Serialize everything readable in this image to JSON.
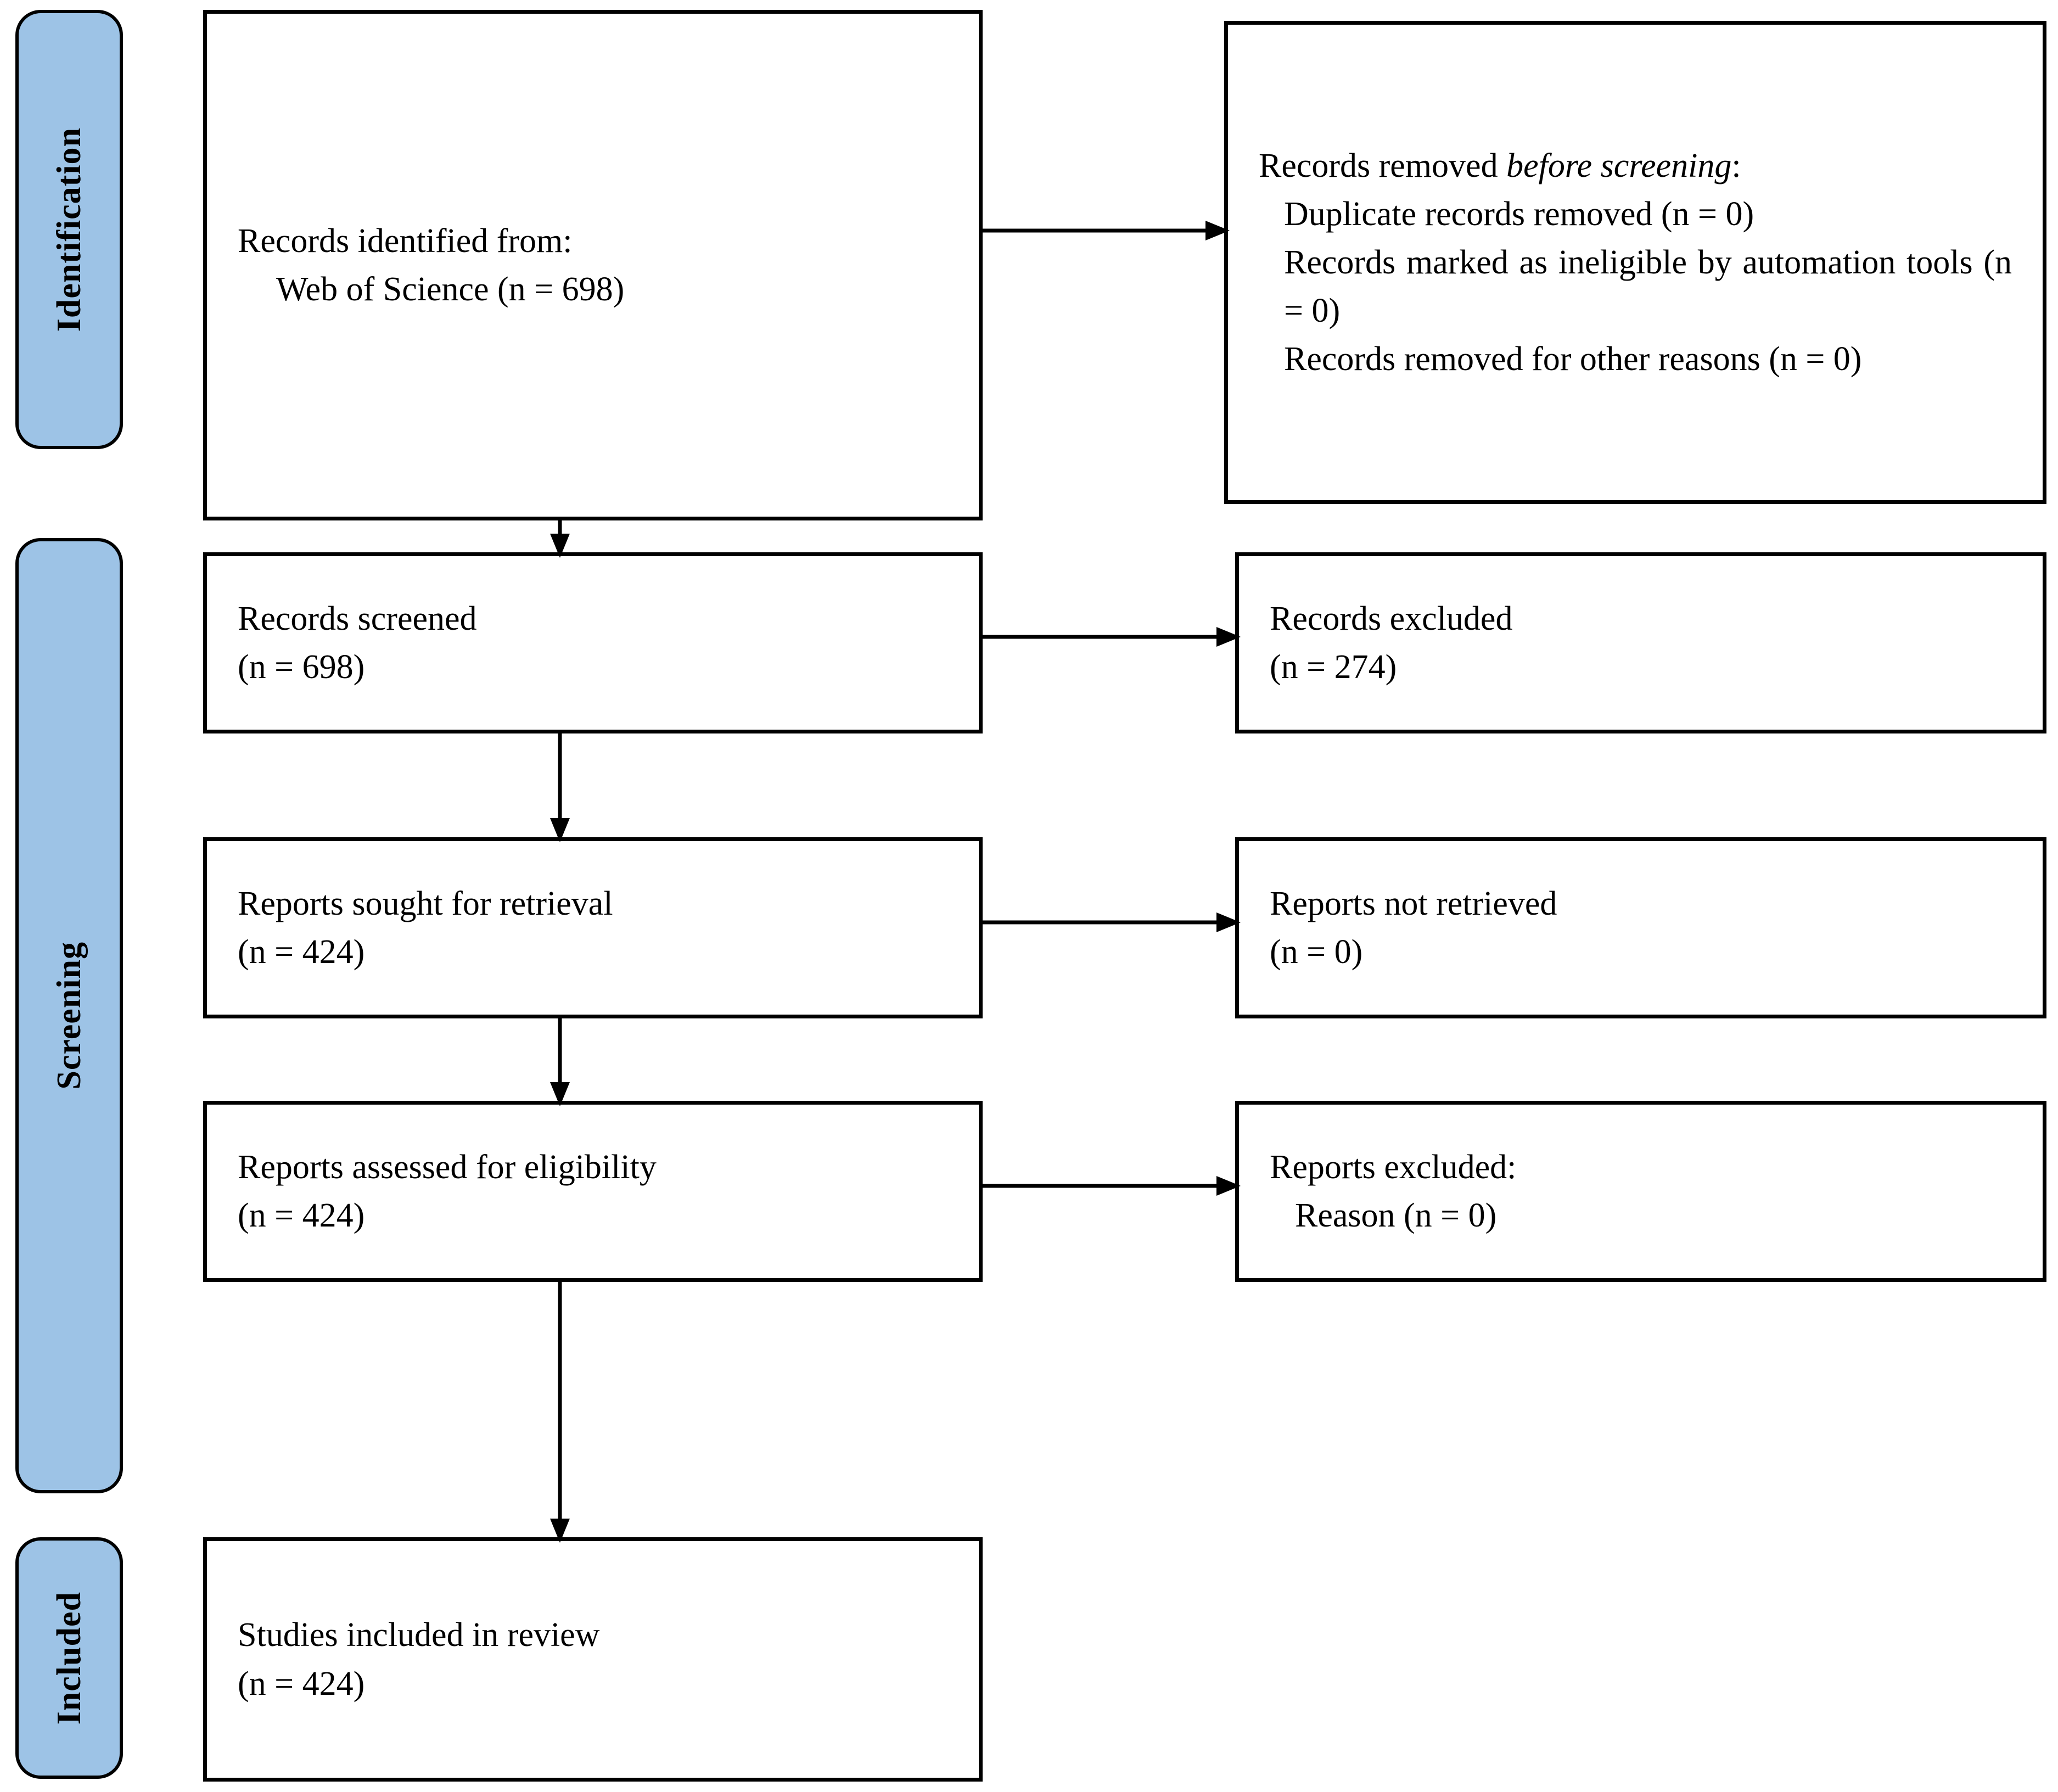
{
  "diagram": {
    "type": "prisma-flow-diagram",
    "colors": {
      "stage_bar_fill": "#9DC3E6",
      "stage_bar_border": "#000000",
      "box_border": "#000000",
      "box_fill": "#FFFFFF",
      "text": "#000000"
    },
    "stages": [
      {
        "id": "identification",
        "label": "Identification"
      },
      {
        "id": "screening",
        "label": "Screening"
      },
      {
        "id": "included",
        "label": "Included"
      }
    ],
    "boxes": {
      "identified": {
        "line1": "Records identified from:",
        "line2": "Web of Science (n = 698)"
      },
      "removed_before_screening": {
        "heading_prefix": "Records removed ",
        "heading_italic": "before screening",
        "heading_suffix": ":",
        "item1": "Duplicate records removed (n = 0)",
        "item2": "Records marked as ineligible by automation tools (n = 0)",
        "item3": "Records removed for other reasons (n = 0)"
      },
      "screened": {
        "line1": "Records screened",
        "line2": "(n = 698)"
      },
      "records_excluded": {
        "line1": "Records excluded",
        "line2": "(n = 274)"
      },
      "sought_for_retrieval": {
        "line1": "Reports sought for retrieval",
        "line2": "(n = 424)"
      },
      "not_retrieved": {
        "line1": "Reports not retrieved",
        "line2": "(n = 0)"
      },
      "assessed_for_eligibility": {
        "line1": "Reports assessed for eligibility",
        "line2": "(n = 424)"
      },
      "reports_excluded": {
        "line1": "Reports excluded:",
        "line2": "Reason (n = 0)"
      },
      "studies_included": {
        "line1": "Studies included in review",
        "line2": "(n = 424)"
      }
    },
    "counts": {
      "records_identified_web_of_science": 698,
      "duplicate_records_removed": 0,
      "records_marked_ineligible_by_automation": 0,
      "records_removed_other_reasons": 0,
      "records_screened": 698,
      "records_excluded": 274,
      "reports_sought_for_retrieval": 424,
      "reports_not_retrieved": 0,
      "reports_assessed_for_eligibility": 424,
      "reports_excluded_reason": 0,
      "studies_included_in_review": 424
    },
    "arrows": [
      {
        "id": "identified-to-removed",
        "from": "identified",
        "to": "removed_before_screening",
        "direction": "right"
      },
      {
        "id": "identified-to-screened",
        "from": "identified",
        "to": "screened",
        "direction": "down"
      },
      {
        "id": "screened-to-excluded",
        "from": "screened",
        "to": "records_excluded",
        "direction": "right"
      },
      {
        "id": "screened-to-sought",
        "from": "screened",
        "to": "sought_for_retrieval",
        "direction": "down"
      },
      {
        "id": "sought-to-not-retrieved",
        "from": "sought_for_retrieval",
        "to": "not_retrieved",
        "direction": "right"
      },
      {
        "id": "sought-to-assessed",
        "from": "sought_for_retrieval",
        "to": "assessed_for_eligibility",
        "direction": "down"
      },
      {
        "id": "assessed-to-reports-excluded",
        "from": "assessed_for_eligibility",
        "to": "reports_excluded",
        "direction": "right"
      },
      {
        "id": "assessed-to-included",
        "from": "assessed_for_eligibility",
        "to": "studies_included",
        "direction": "down"
      }
    ]
  }
}
